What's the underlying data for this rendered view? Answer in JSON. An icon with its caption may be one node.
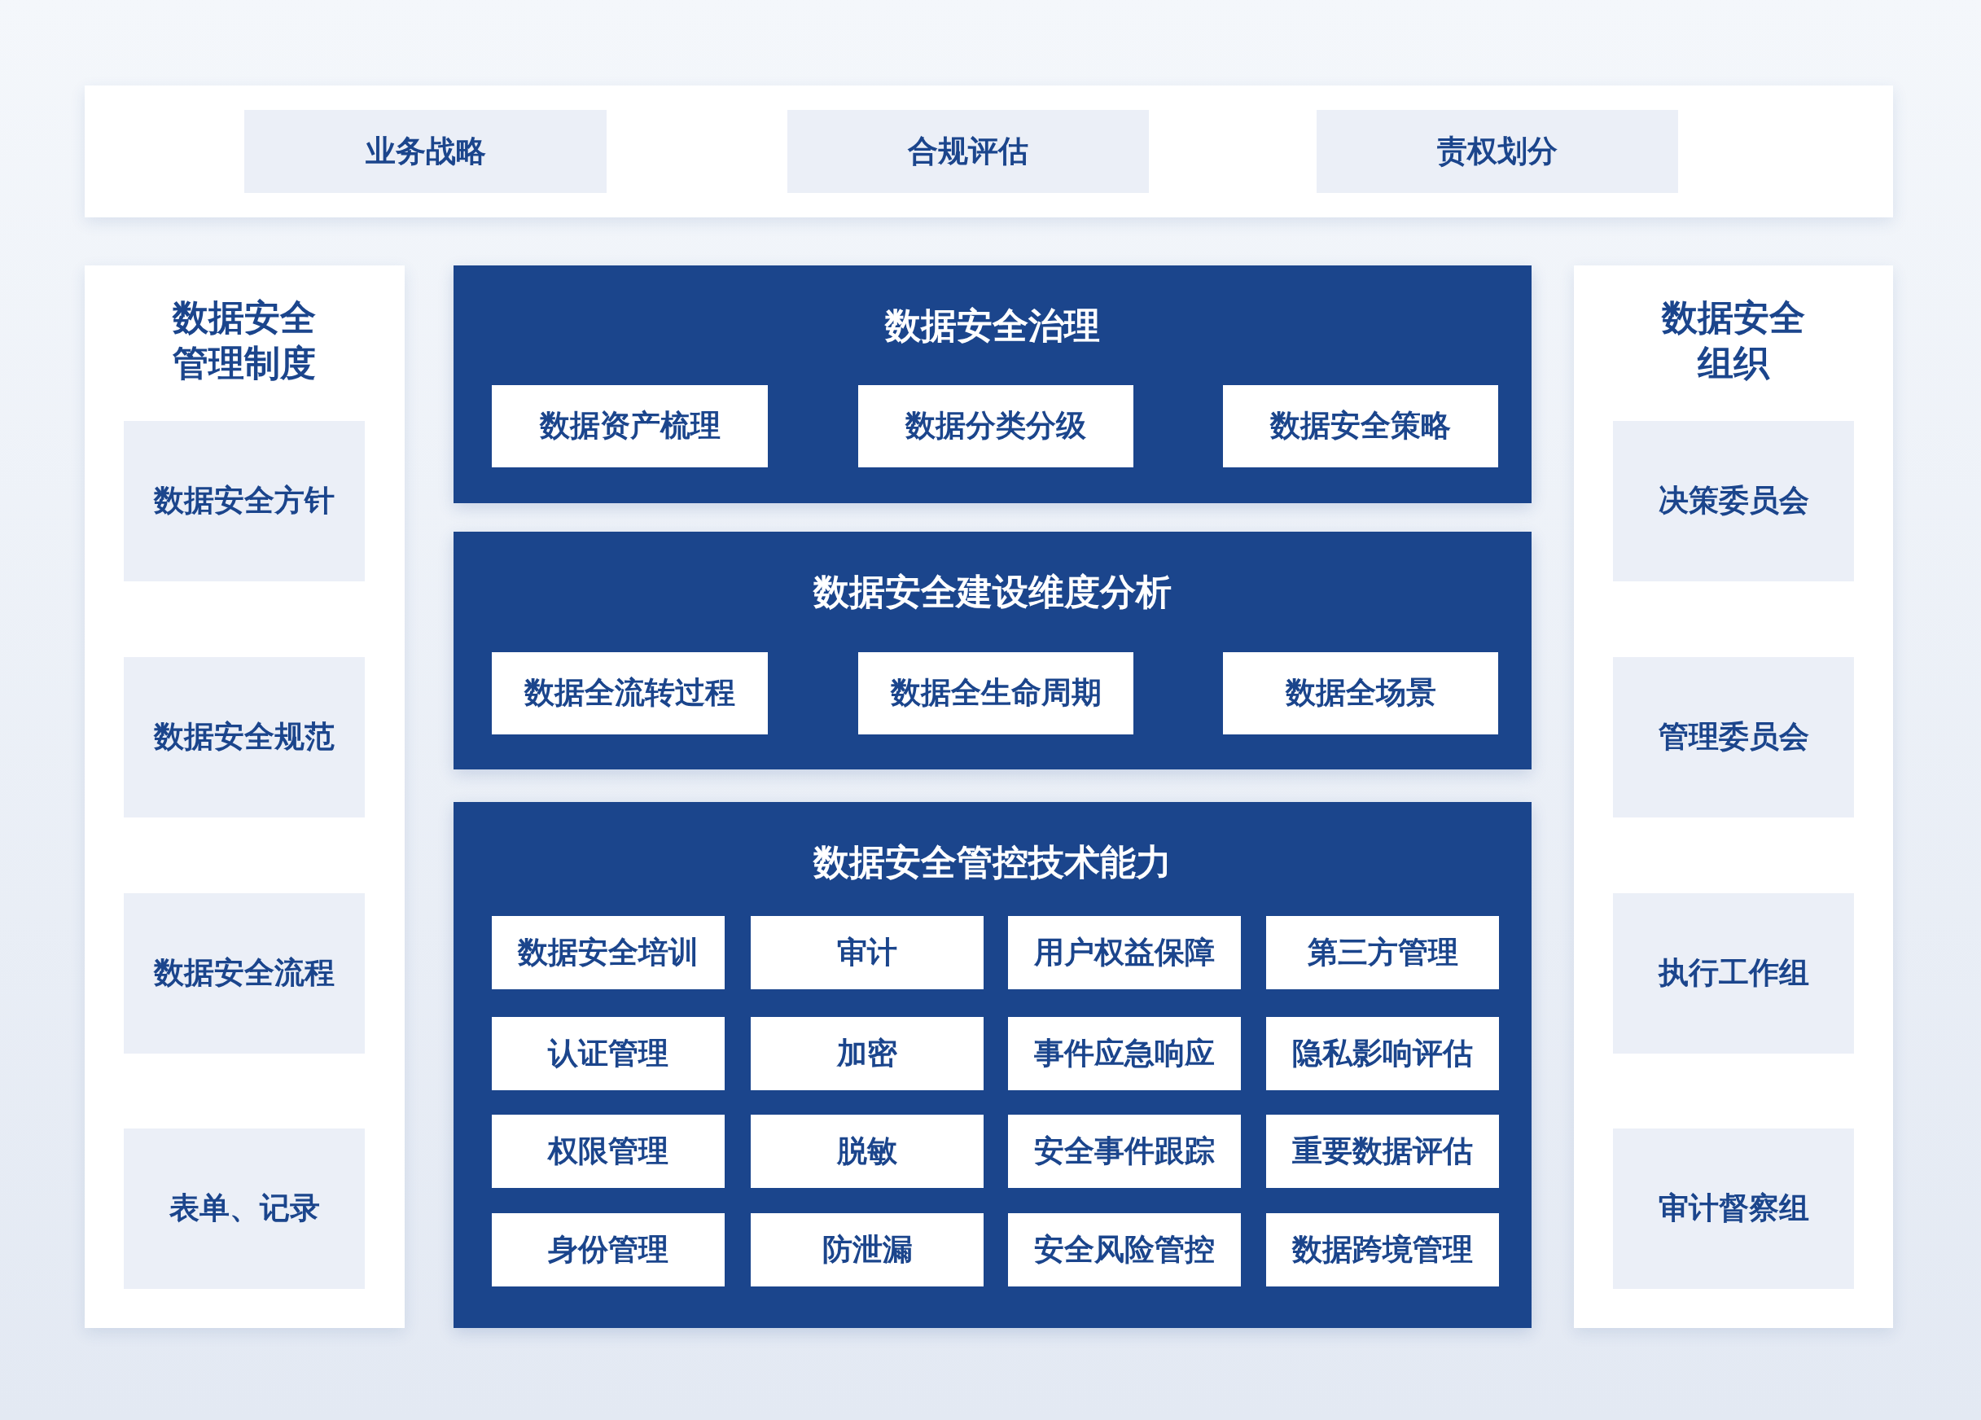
{
  "diagram": {
    "nodes": [
      {
        "text": [],
        "shape": "box"
      },
      {
        "text": [
          "业务战略"
        ],
        "in": 0
      },
      {
        "text": [
          "合规评估"
        ],
        "in": 0
      },
      {
        "text": [
          "责权划分"
        ],
        "in": 0
      },
      {
        "text": [
          "数据安全管理制度"
        ]
      },
      {
        "text": [
          "数据安全方针"
        ],
        "in": 4
      },
      {
        "text": [
          "数据安全规范"
        ],
        "in": 4
      },
      {
        "text": [
          "数据安全流程"
        ],
        "in": 4
      },
      {
        "text": [
          "表单、记录"
        ],
        "in": 4
      },
      {
        "text": [
          "数据安全治理"
        ]
      },
      {
        "text": [
          "数据资产梳理"
        ],
        "in": 9
      },
      {
        "text": [
          "数据分类分级"
        ],
        "in": 9
      },
      {
        "text": [
          "数据安全策略"
        ],
        "in": 9
      },
      {
        "text": [
          "数据安全建设维度分析"
        ]
      },
      {
        "text": [
          "数据全流转过程"
        ],
        "in": 13
      },
      {
        "text": [
          "数据全生命周期"
        ],
        "in": 13
      },
      {
        "text": [
          "数据全场景"
        ],
        "in": 13
      },
      {
        "text": [
          "数据安全管控技术能力"
        ]
      },
      {
        "text": [
          "数据安全培训"
        ],
        "in": 17
      },
      {
        "text": [
          "审计"
        ],
        "in": 17
      },
      {
        "text": [
          "用户权益保障"
        ],
        "in": 17
      },
      {
        "text": [
          "第三方管理"
        ],
        "in": 17
      },
      {
        "text": [
          "认证管理"
        ],
        "in": 17
      },
      {
        "text": [
          "加密"
        ],
        "in": 17
      },
      {
        "text": [
          "事件应急响应"
        ],
        "in": 17
      },
      {
        "text": [
          "隐私影响评估"
        ],
        "in": 17
      },
      {
        "text": [
          "权限管理"
        ],
        "in": 17
      },
      {
        "text": [
          "脱敏"
        ],
        "in": 17
      },
      {
        "text": [
          "安全事件跟踪"
        ],
        "in": 17
      },
      {
        "text": [
          "重要数据评估"
        ],
        "in": 17
      },
      {
        "text": [
          "身份管理"
        ],
        "in": 17
      },
      {
        "text": [
          "防泄漏"
        ],
        "in": 17
      },
      {
        "text": [
          "安全风险管控"
        ],
        "in": 17
      },
      {
        "text": [
          "数据跨境管理"
        ],
        "in": 17
      },
      {
        "text": [
          "数据安全组织"
        ]
      },
      {
        "text": [
          "决策委员会"
        ],
        "in": 34
      },
      {
        "text": [
          "管理委员会"
        ],
        "in": 34
      },
      {
        "text": [
          "执行工作组"
        ],
        "in": 34
      },
      {
        "text": [
          "审计督察组"
        ],
        "in": 34
      }
    ]
  }
}
